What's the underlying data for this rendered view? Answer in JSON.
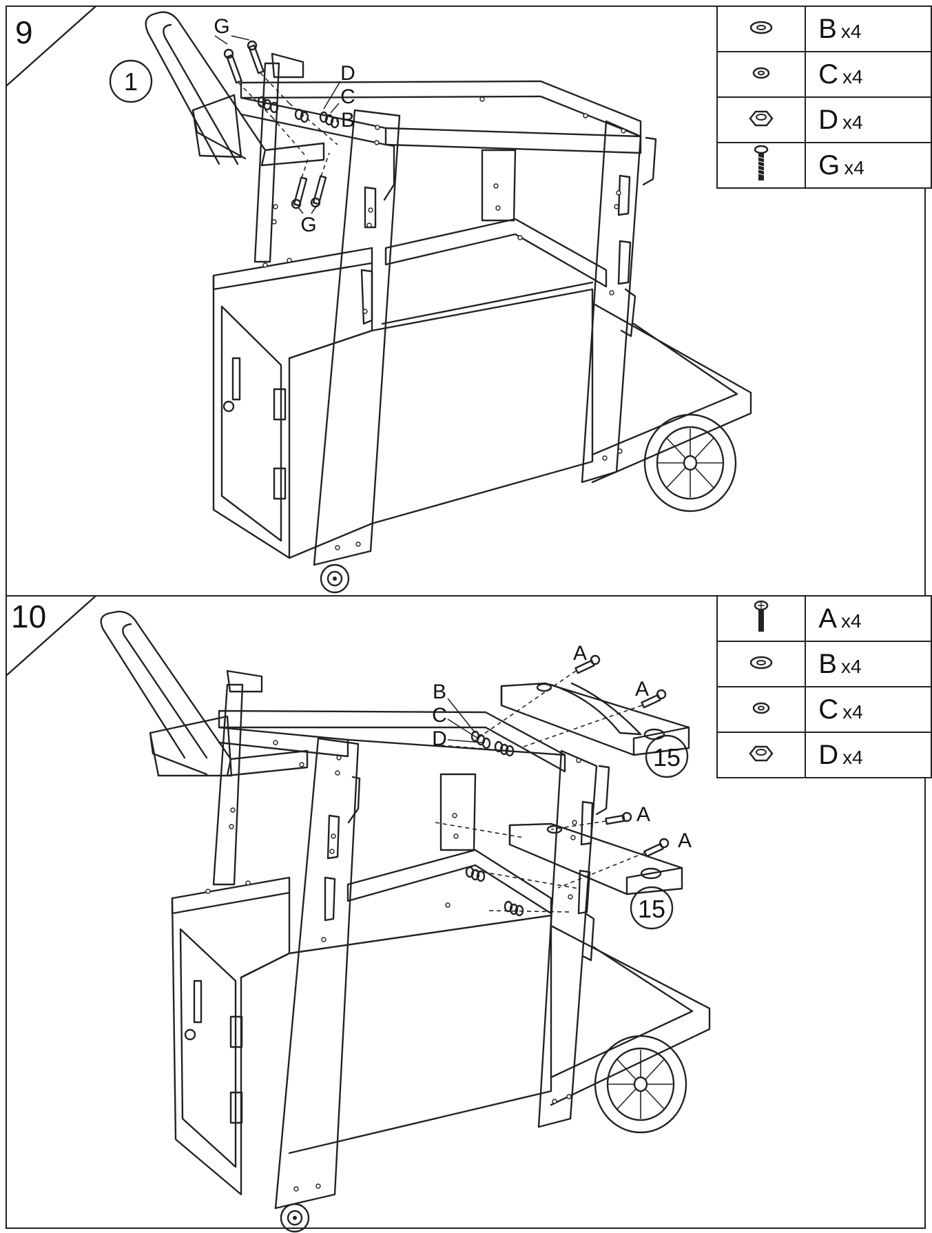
{
  "steps": [
    {
      "number": "9",
      "callout": "1",
      "labels": {
        "g_top": "G",
        "d": "D",
        "c": "C",
        "b": "B",
        "g_bottom": "G"
      },
      "parts": [
        {
          "icon": "flat-washer-icon",
          "letter": "B",
          "qty": "x4"
        },
        {
          "icon": "lock-washer-icon",
          "letter": "C",
          "qty": "x4"
        },
        {
          "icon": "hex-nut-icon",
          "letter": "D",
          "qty": "x4"
        },
        {
          "icon": "long-bolt-icon",
          "letter": "G",
          "qty": "x4"
        }
      ]
    },
    {
      "number": "10",
      "callouts": [
        "15",
        "15"
      ],
      "labels": {
        "a1": "A",
        "a2": "A",
        "a3": "A",
        "a4": "A",
        "b": "B",
        "c": "C",
        "d": "D"
      },
      "parts": [
        {
          "icon": "short-bolt-icon",
          "letter": "A",
          "qty": "x4"
        },
        {
          "icon": "flat-washer-icon",
          "letter": "B",
          "qty": "x4"
        },
        {
          "icon": "lock-washer-icon",
          "letter": "C",
          "qty": "x4"
        },
        {
          "icon": "hex-nut-icon",
          "letter": "D",
          "qty": "x4"
        }
      ]
    }
  ]
}
